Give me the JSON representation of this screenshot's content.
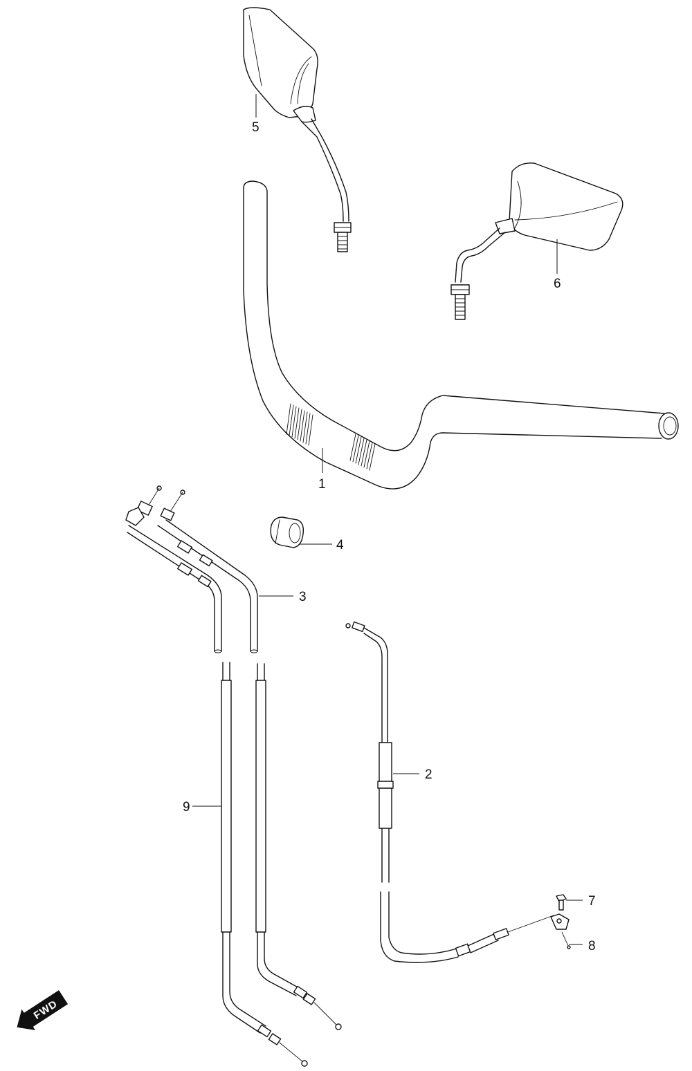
{
  "callouts": {
    "part_1": "1",
    "part_2": "2",
    "part_3": "3",
    "part_4": "4",
    "part_5": "5",
    "part_6": "6",
    "part_7": "7",
    "part_8": "8",
    "part_9": "9"
  },
  "direction_badge": "FWD"
}
